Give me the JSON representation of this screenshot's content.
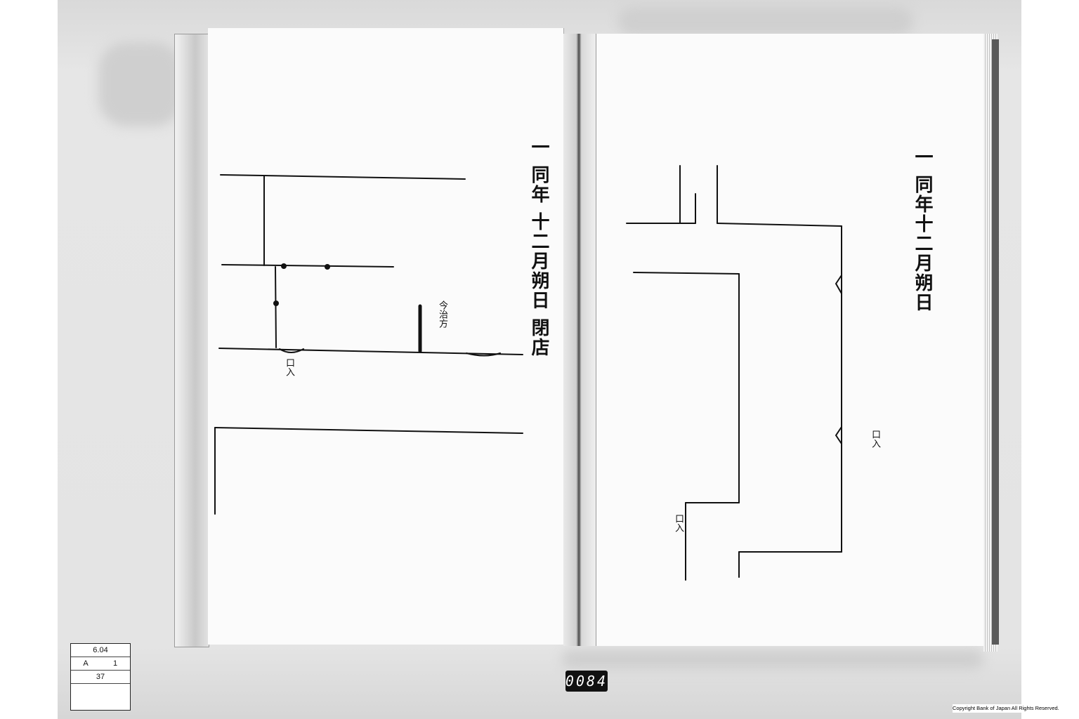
{
  "archive_label": {
    "code": "6.04",
    "series": "A",
    "volume": "1",
    "item": "37"
  },
  "frame_counter": "0084",
  "copyright": "Copyright Bank of Japan All Rights Reserved.",
  "left_page": {
    "heading_text": "一 同年 十二月朔日 閉店",
    "map_labels": [
      "口入",
      "今治方"
    ]
  },
  "right_page": {
    "heading_text": "一 同年十二月朔日",
    "map_labels": [
      "口入",
      "口入"
    ]
  }
}
